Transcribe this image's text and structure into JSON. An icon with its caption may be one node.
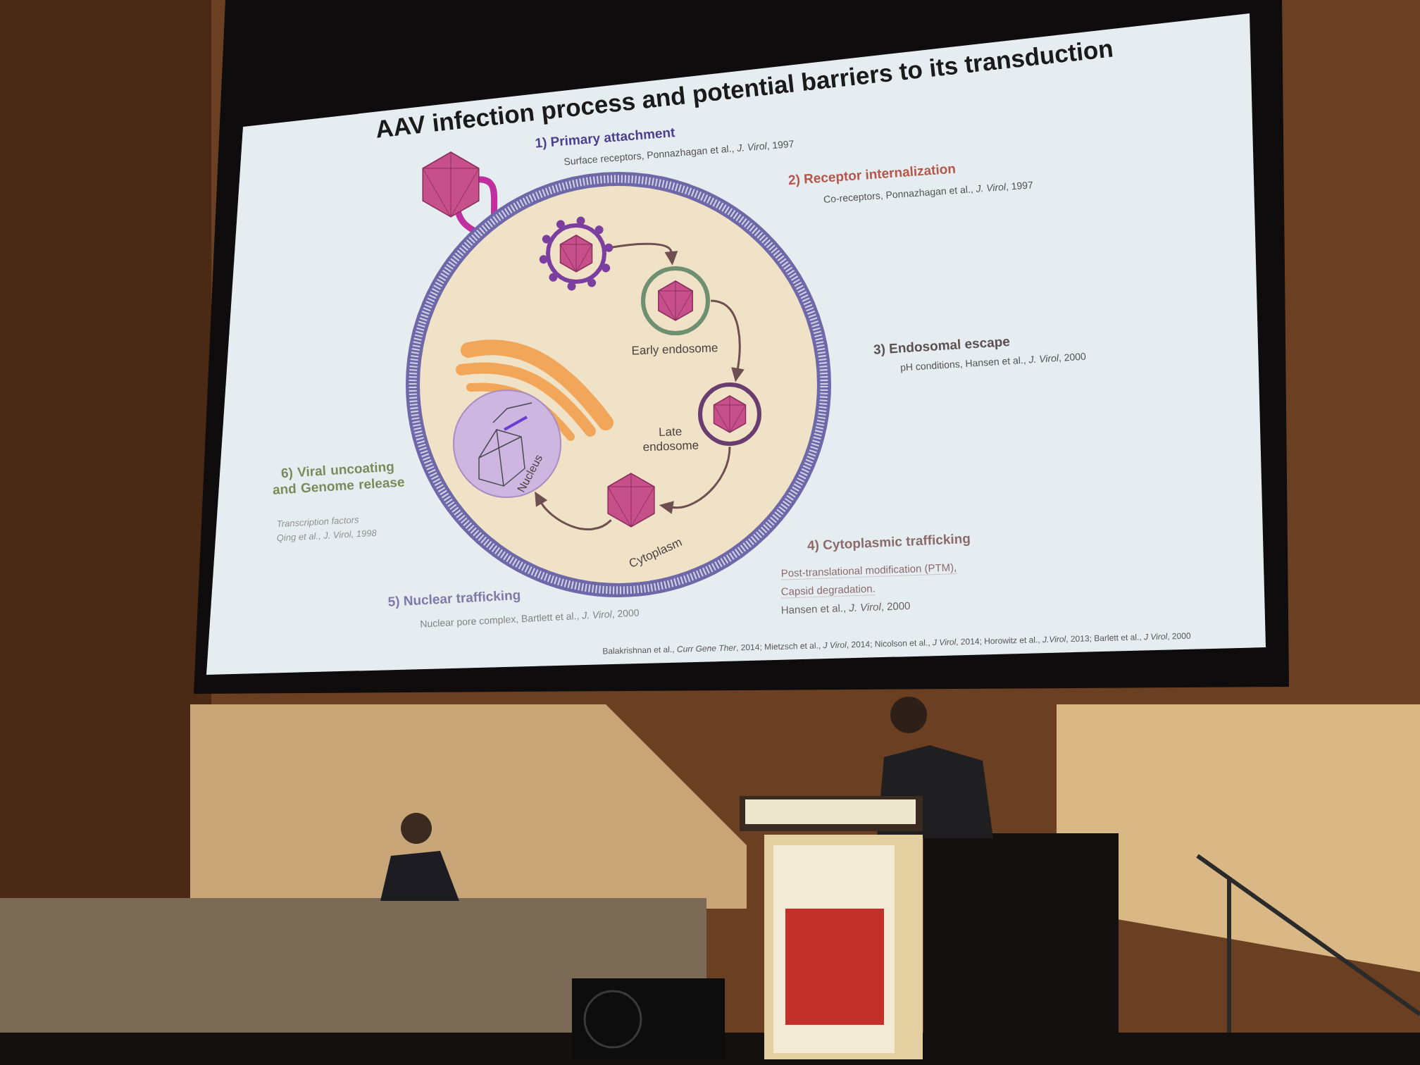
{
  "diagram": {
    "title": "AAV infection process and potential barriers to its transduction",
    "nodes": [
      {
        "text": [
          "Cytoplasm"
        ]
      },
      {
        "text": [],
        "shape": "picture",
        "in": 0
      },
      {
        "text": [
          "Early endosome"
        ],
        "in": 0
      },
      {
        "text": [
          "Late endosome"
        ],
        "in": 0
      },
      {
        "text": [],
        "shape": "picture",
        "in": 0
      },
      {
        "text": [
          "Nucleus"
        ],
        "in": 0
      }
    ],
    "edges": [
      {
        "from": 1,
        "to": 2,
        "arrow": "to"
      },
      {
        "from": 2,
        "to": 3,
        "arrow": "to"
      },
      {
        "from": 3,
        "to": 4,
        "arrow": "to"
      },
      {
        "from": 4,
        "to": 5,
        "arrow": "to"
      }
    ],
    "labels": [
      "1) Primary attachment",
      "Surface receptors, Ponnazhagan et al., *J. Virol*, 1997",
      "2) Receptor internalization",
      "Co-receptors, Ponnazhagan et al., *J. Virol*, 1997",
      "3) Endosomal escape",
      "pH conditions, Hansen et al., *J. Virol*, 2000",
      "4) Cytoplasmic trafficking",
      "Post-translational modification (PTM),",
      "Capsid degradation.",
      "Hansen et al., *J. Virol*, 2000",
      "5) Nuclear trafficking",
      "Nuclear pore complex, Bartlett et al., *J. Virol*, 2000",
      "6) Viral uncoating and Genome release",
      "Transcription factors",
      "Qing et al., *J. Virol*, 1998",
      "Balakrishnan et al., *Curr Gene Ther*, 2014; Mietzsch et al., *J Virol*, 2014; Nicolson et al., *J Virol*, 2014; Horowitz et al., *J.Virol*, 2013;  Barlett et al., *J Virol*, 2000"
    ]
  }
}
